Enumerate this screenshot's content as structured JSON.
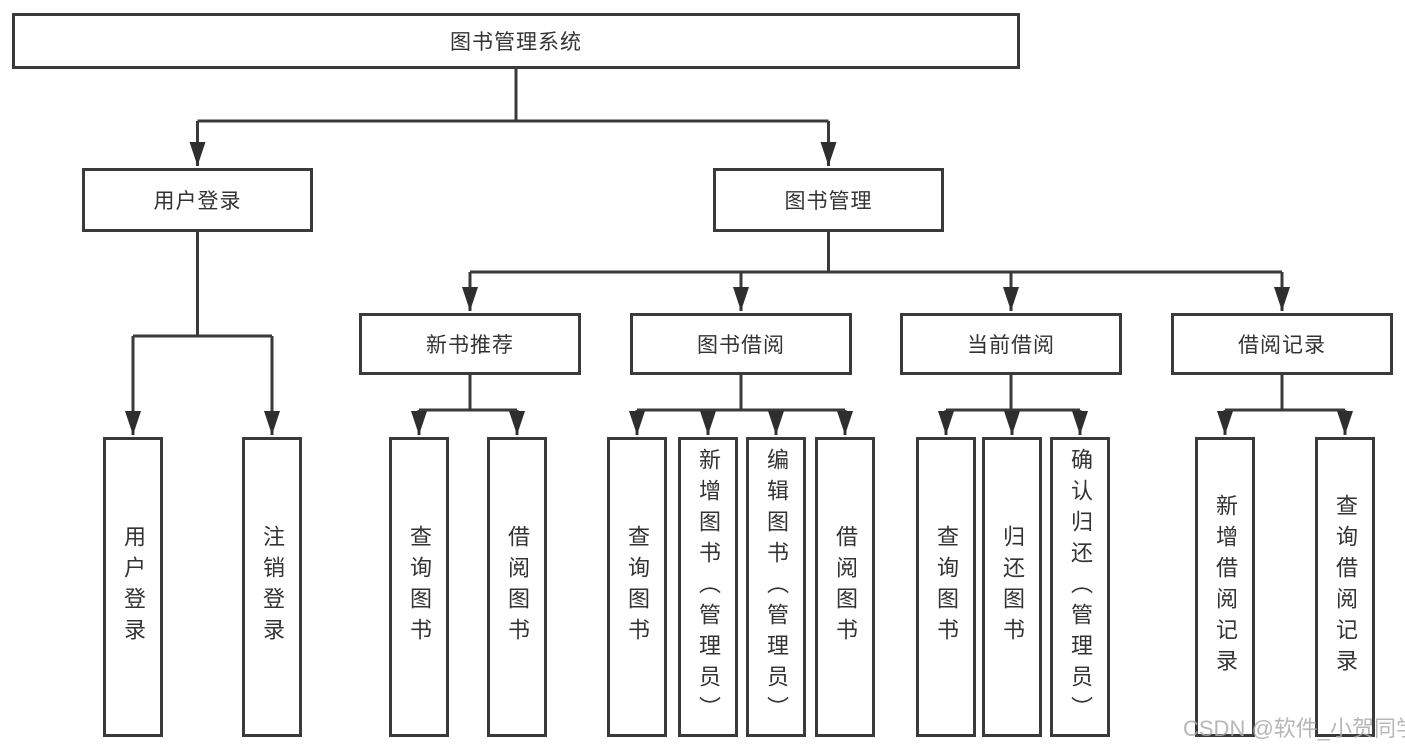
{
  "tree": {
    "label": "图书管理系统",
    "children": [
      {
        "label": "用户登录",
        "children": [
          {
            "label": "用户登录"
          },
          {
            "label": "注销登录"
          }
        ]
      },
      {
        "label": "图书管理",
        "children": [
          {
            "label": "新书推荐",
            "children": [
              {
                "label": "查询图书"
              },
              {
                "label": "借阅图书"
              }
            ]
          },
          {
            "label": "图书借阅",
            "children": [
              {
                "label": "查询图书"
              },
              {
                "label": "新增图书（管理员）"
              },
              {
                "label": "编辑图书（管理员）"
              },
              {
                "label": "借阅图书"
              }
            ]
          },
          {
            "label": "当前借阅",
            "children": [
              {
                "label": "查询图书"
              },
              {
                "label": "归还图书"
              },
              {
                "label": "确认归还（管理员）"
              }
            ]
          },
          {
            "label": "借阅记录",
            "children": [
              {
                "label": "新增借阅记录"
              },
              {
                "label": "查询借阅记录"
              }
            ]
          }
        ]
      }
    ]
  },
  "watermark": {
    "text": "CSDN @软件_小贺同学"
  },
  "colors": {
    "line": "#3a3a3a",
    "border": "#3a3a3a",
    "text": "#333333",
    "background": "#ffffff",
    "watermark": "#ababab"
  }
}
